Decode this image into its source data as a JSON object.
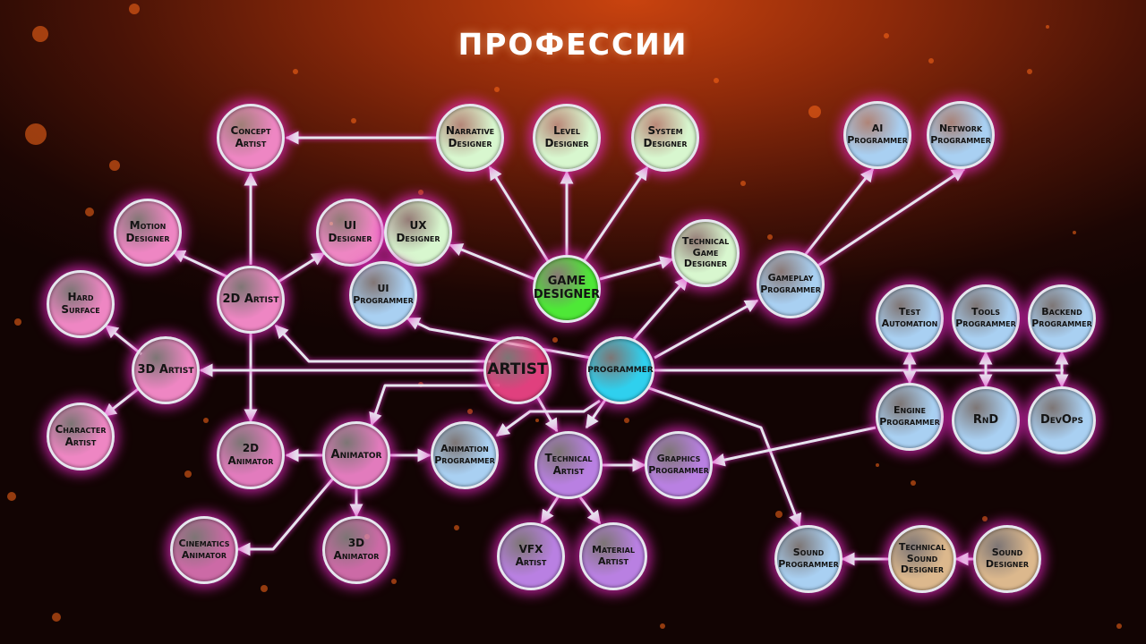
{
  "title": "ПРОФЕССИИ",
  "colors": {
    "artist_group": "#ee86c3",
    "artist_hub": "#e0407e",
    "animator_group": "#e27bbd",
    "animator_dark": "#cc6aa6",
    "design_group": "#d8f7cf",
    "design_hub": "#4ee837",
    "programmer_group": "#a9d0f2",
    "programmer_hub": "#2fd0ee",
    "tech_art_group": "#b980e2",
    "sound_design_group": "#dcb88d",
    "edge": "#e6e6ee",
    "glow": "#e630c8"
  },
  "nodes": {
    "concept_artist": "Concept\nArtist",
    "narrative_designer": "Narrative\nDesigner",
    "level_designer": "Level\nDesigner",
    "system_designer": "System\nDesigner",
    "ai_programmer": "AI\nProgrammer",
    "network_programmer": "Network\nProgrammer",
    "motion_designer": "Motion\nDesigner",
    "ui_designer": "UI\nDesigner",
    "ux_designer": "UX\nDesigner",
    "technical_game_designer": "Technical\nGame\nDesigner",
    "hard_surface": "Hard\nSurface",
    "artist_2d": "2D Artist",
    "ui_programmer": "UI\nProgrammer",
    "game_designer": "GAME\nDESIGNER",
    "gameplay_programmer": "Gameplay\nProgrammer",
    "test_automation": "Test\nAutomation",
    "tools_programmer": "Tools\nProgrammer",
    "backend_programmer": "Backend\nProgrammer",
    "artist_3d": "3D Artist",
    "artist": "ARTIST",
    "programmer": "PROGRAMMER",
    "character_artist": "Character\nArtist",
    "engine_programmer": "Engine\nProgrammer",
    "rnd": "RnD",
    "devops": "DevOps",
    "animator_2d": "2D\nAnimator",
    "animator": "Animator",
    "animation_programmer": "Animation\nProgrammer",
    "technical_artist": "Technical\nArtist",
    "graphics_programmer": "Graphics\nProgrammer",
    "cinematics_animator": "Cinematics\nAnimator",
    "animator_3d": "3D\nAnimator",
    "vfx_artist": "VFX\nArtist",
    "material_artist": "Material\nArtist",
    "sound_programmer": "Sound\nProgrammer",
    "technical_sound_designer": "Technical\nSound\nDesigner",
    "sound_designer": "Sound\nDesigner"
  }
}
